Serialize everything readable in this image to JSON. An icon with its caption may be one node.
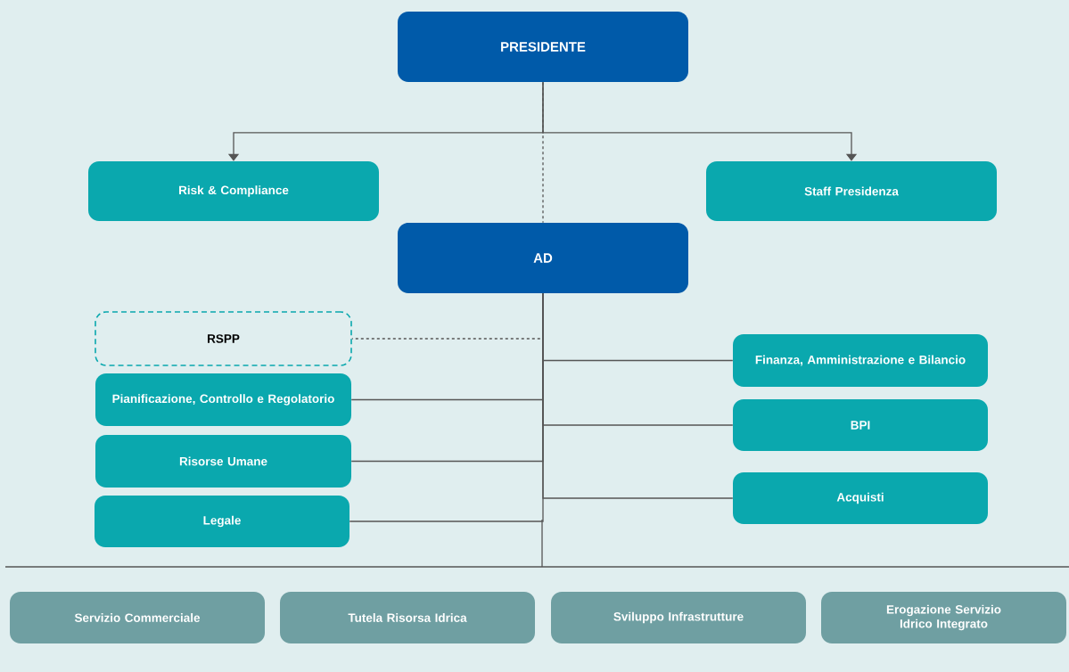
{
  "diagram": {
    "nodes": [
      {
        "text": [
          "PRESIDENTE"
        ]
      },
      {
        "text": [
          "Risk & Compliance"
        ]
      },
      {
        "text": [
          "Staff Presidenza"
        ]
      },
      {
        "text": [
          "AD"
        ]
      },
      {
        "text": [
          "RSPP"
        ]
      },
      {
        "text": [
          "Pianificazione, Controllo e Regolatorio"
        ]
      },
      {
        "text": [
          "Risorse Umane"
        ]
      },
      {
        "text": [
          "Legale"
        ]
      },
      {
        "text": [
          "Finanza, Amministrazione e Bilancio"
        ]
      },
      {
        "text": [
          "BPI"
        ]
      },
      {
        "text": [
          "Acquisti"
        ]
      },
      {
        "text": [
          "Servizio Commerciale"
        ]
      },
      {
        "text": [
          "Tutela Risorsa Idrica"
        ]
      },
      {
        "text": [
          "Sviluppo Infrastrutture"
        ]
      },
      {
        "text": [
          "Erogazione Servizio Idrico Integrato"
        ]
      }
    ],
    "edges": [
      {
        "from": 0,
        "to": 1,
        "arrow": "to"
      },
      {
        "from": 0,
        "to": 2,
        "arrow": "to"
      },
      {
        "from": 0,
        "to": 3,
        "arrow": "none",
        "style": "dashed"
      },
      {
        "from": 3,
        "to": 4,
        "arrow": "none",
        "style": "dashed"
      },
      {
        "from": 3,
        "to": 8,
        "arrow": "none"
      },
      {
        "from": 3,
        "to": 5,
        "arrow": "none"
      },
      {
        "from": 3,
        "to": 9,
        "arrow": "none"
      },
      {
        "from": 3,
        "to": 6,
        "arrow": "none"
      },
      {
        "from": 3,
        "to": 10,
        "arrow": "none"
      },
      {
        "from": 3,
        "to": 7,
        "arrow": "none"
      }
    ]
  }
}
